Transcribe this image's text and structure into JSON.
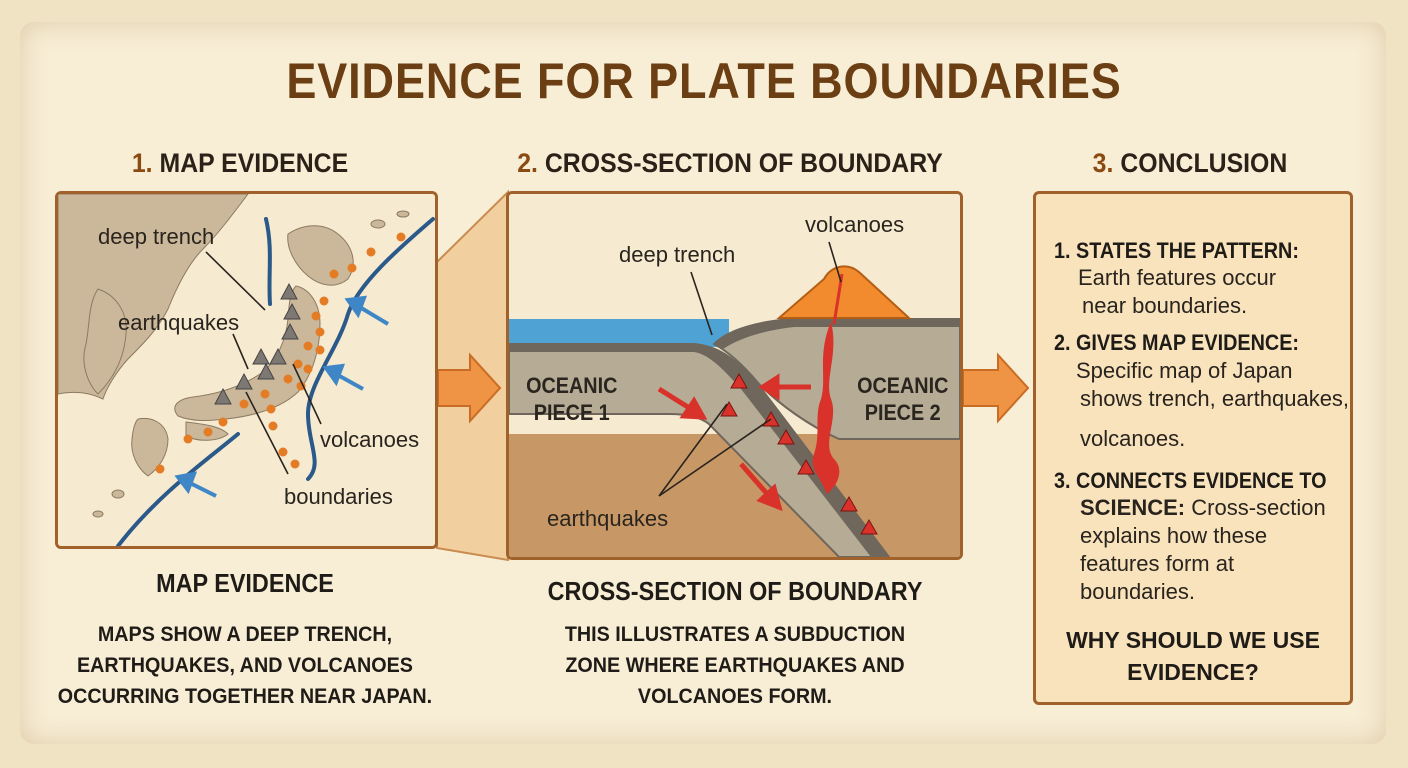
{
  "title": "EVIDENCE FOR PLATE BOUNDARIES",
  "sections": {
    "map": {
      "num": "1.",
      "heading": "MAP EVIDENCE",
      "labels": {
        "trench": "deep trench",
        "earthquakes": "earthquakes",
        "volcanoes": "volcanoes",
        "boundaries": "boundaries"
      },
      "caption_title": "MAP EVIDENCE",
      "caption_lines": [
        "MAPS SHOW A DEEP TRENCH,",
        "EARTHQUAKES, AND VOLCANOES",
        "OCCURRING TOGETHER NEAR JAPAN."
      ]
    },
    "cross": {
      "num": "2.",
      "heading": "CROSS-SECTION OF BOUNDARY",
      "labels": {
        "volcanoes": "volcanoes",
        "trench": "deep trench",
        "plate1_line1": "OCEANIC",
        "plate1_line2": "PIECE 1",
        "plate2_line1": "OCEANIC",
        "plate2_line2": "PIECE 2",
        "earthquakes": "earthquakes"
      },
      "caption_title": "CROSS-SECTION OF BOUNDARY",
      "caption_lines": [
        "THIS ILLUSTRATES A SUBDUCTION",
        "ZONE WHERE EARTHQUAKES AND",
        "VOLCANOES FORM."
      ]
    },
    "conclusion": {
      "num": "3.",
      "heading": "CONCLUSION",
      "item1_head": "1. STATES THE PATTERN:",
      "item1_lines": [
        "Earth features occur",
        "near boundaries."
      ],
      "item2_head": "2. GIVES MAP EVIDENCE:",
      "item2_lines": [
        "Specific map of Japan",
        "shows trench, earthquakes,",
        "volcanoes."
      ],
      "item3_head_1": "3. CONNECTS EVIDENCE TO",
      "item3_head_2": "SCIENCE:",
      "item3_lines": [
        "Cross-section",
        "explains how these",
        "features form at",
        "boundaries."
      ],
      "question_lines": [
        "WHY SHOULD WE USE",
        "EVIDENCE?"
      ]
    }
  },
  "colors": {
    "title": "#6b3f13",
    "panel_border": "#a0612b",
    "trench_line": "#2b5a8a",
    "earthquake_dot": "#e47c25",
    "arrow_orange": "#ef9445",
    "red_arrow": "#d8322a",
    "ocean": "#4ea3d4"
  }
}
